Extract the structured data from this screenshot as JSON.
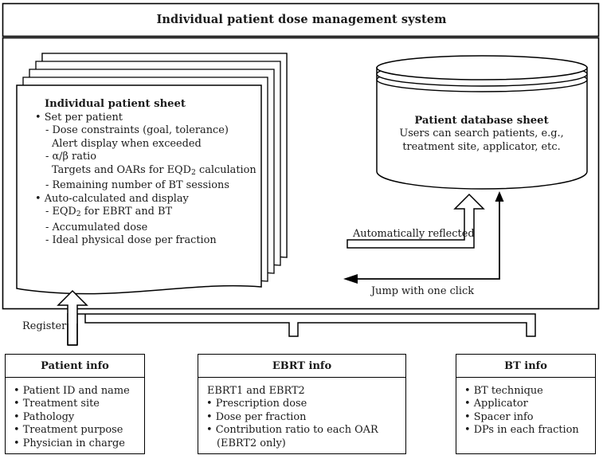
{
  "system": {
    "title": "Individual patient dose management system"
  },
  "patient_sheet": {
    "title": "Individual patient sheet",
    "items": [
      {
        "level": 1,
        "marker": "bullet",
        "text": "Set per patient"
      },
      {
        "level": 2,
        "marker": "dash",
        "text": "Dose constraints (goal, tolerance)"
      },
      {
        "level": 3,
        "marker": "none",
        "text": "Alert display when exceeded"
      },
      {
        "level": 2,
        "marker": "dash",
        "text": "α/β ratio"
      },
      {
        "level": 3,
        "marker": "none",
        "text": "Targets and OARs for EQD₂ calculation"
      },
      {
        "level": 2,
        "marker": "dash",
        "text": "Remaining number of BT sessions"
      },
      {
        "level": 1,
        "marker": "bullet",
        "text": "Auto-calculated and display"
      },
      {
        "level": 2,
        "marker": "dash",
        "text": "EQD₂ for EBRT and BT"
      },
      {
        "level": 2,
        "marker": "dash",
        "text": "Accumulated dose"
      },
      {
        "level": 2,
        "marker": "dash",
        "text": "Ideal physical dose per fraction"
      }
    ]
  },
  "database": {
    "title": "Patient database sheet",
    "line1": "Users can search patients, e.g.,",
    "line2": "treatment site, applicator, etc."
  },
  "connectors": {
    "automatically_reflected": "Automatically reflected",
    "jump_with_one_click": "Jump with one click",
    "register": "Register"
  },
  "bottom_boxes": [
    {
      "title": "Patient info",
      "items": [
        {
          "marker": "bullet",
          "text": "Patient ID and name"
        },
        {
          "marker": "bullet",
          "text": "Treatment site"
        },
        {
          "marker": "bullet",
          "text": "Pathology"
        },
        {
          "marker": "bullet",
          "text": "Treatment purpose"
        },
        {
          "marker": "bullet",
          "text": "Physician in charge"
        }
      ]
    },
    {
      "title": "EBRT info",
      "items": [
        {
          "marker": "none",
          "text": "EBRT1 and EBRT2"
        },
        {
          "marker": "bullet",
          "text": "Prescription dose"
        },
        {
          "marker": "bullet",
          "text": "Dose per fraction"
        },
        {
          "marker": "bullet",
          "text": "Contribution ratio to each OAR"
        },
        {
          "marker": "indent",
          "text": "(EBRT2 only)"
        }
      ]
    },
    {
      "title": "BT info",
      "items": [
        {
          "marker": "bullet",
          "text": "BT technique"
        },
        {
          "marker": "bullet",
          "text": "Applicator"
        },
        {
          "marker": "bullet",
          "text": "Spacer info"
        },
        {
          "marker": "bullet",
          "text": "DPs in each fraction"
        }
      ]
    }
  ],
  "colors": {
    "stroke": "#000000",
    "background": "#ffffff",
    "text": "#1a1a1a"
  }
}
